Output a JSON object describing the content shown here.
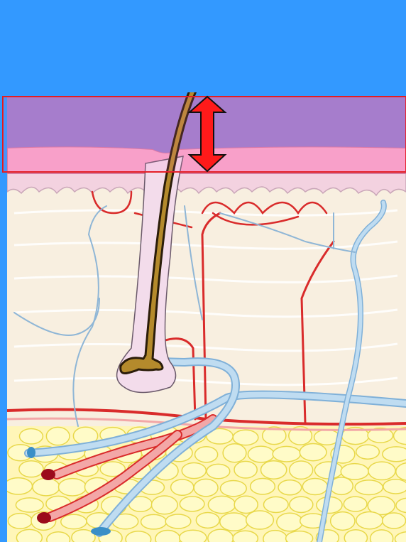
{
  "figure": {
    "subject": "skin-cross-section",
    "highlighted_region": "epidermis",
    "indicator": "double-headed-arrow",
    "colors": {
      "background": "#3399ff",
      "epidermis": "#9a80cc",
      "epidermis_pink": "#f7a8c9",
      "dermis": "#f8efe0",
      "hypodermis": "#fff6b8",
      "fat_cell": "#fffbc8",
      "hair": "#b48a2c",
      "artery": "#d92b2b",
      "vein": "#a9cbe6",
      "highlight_border": "#e21b1b",
      "arrow": "#ff1a1a"
    }
  }
}
